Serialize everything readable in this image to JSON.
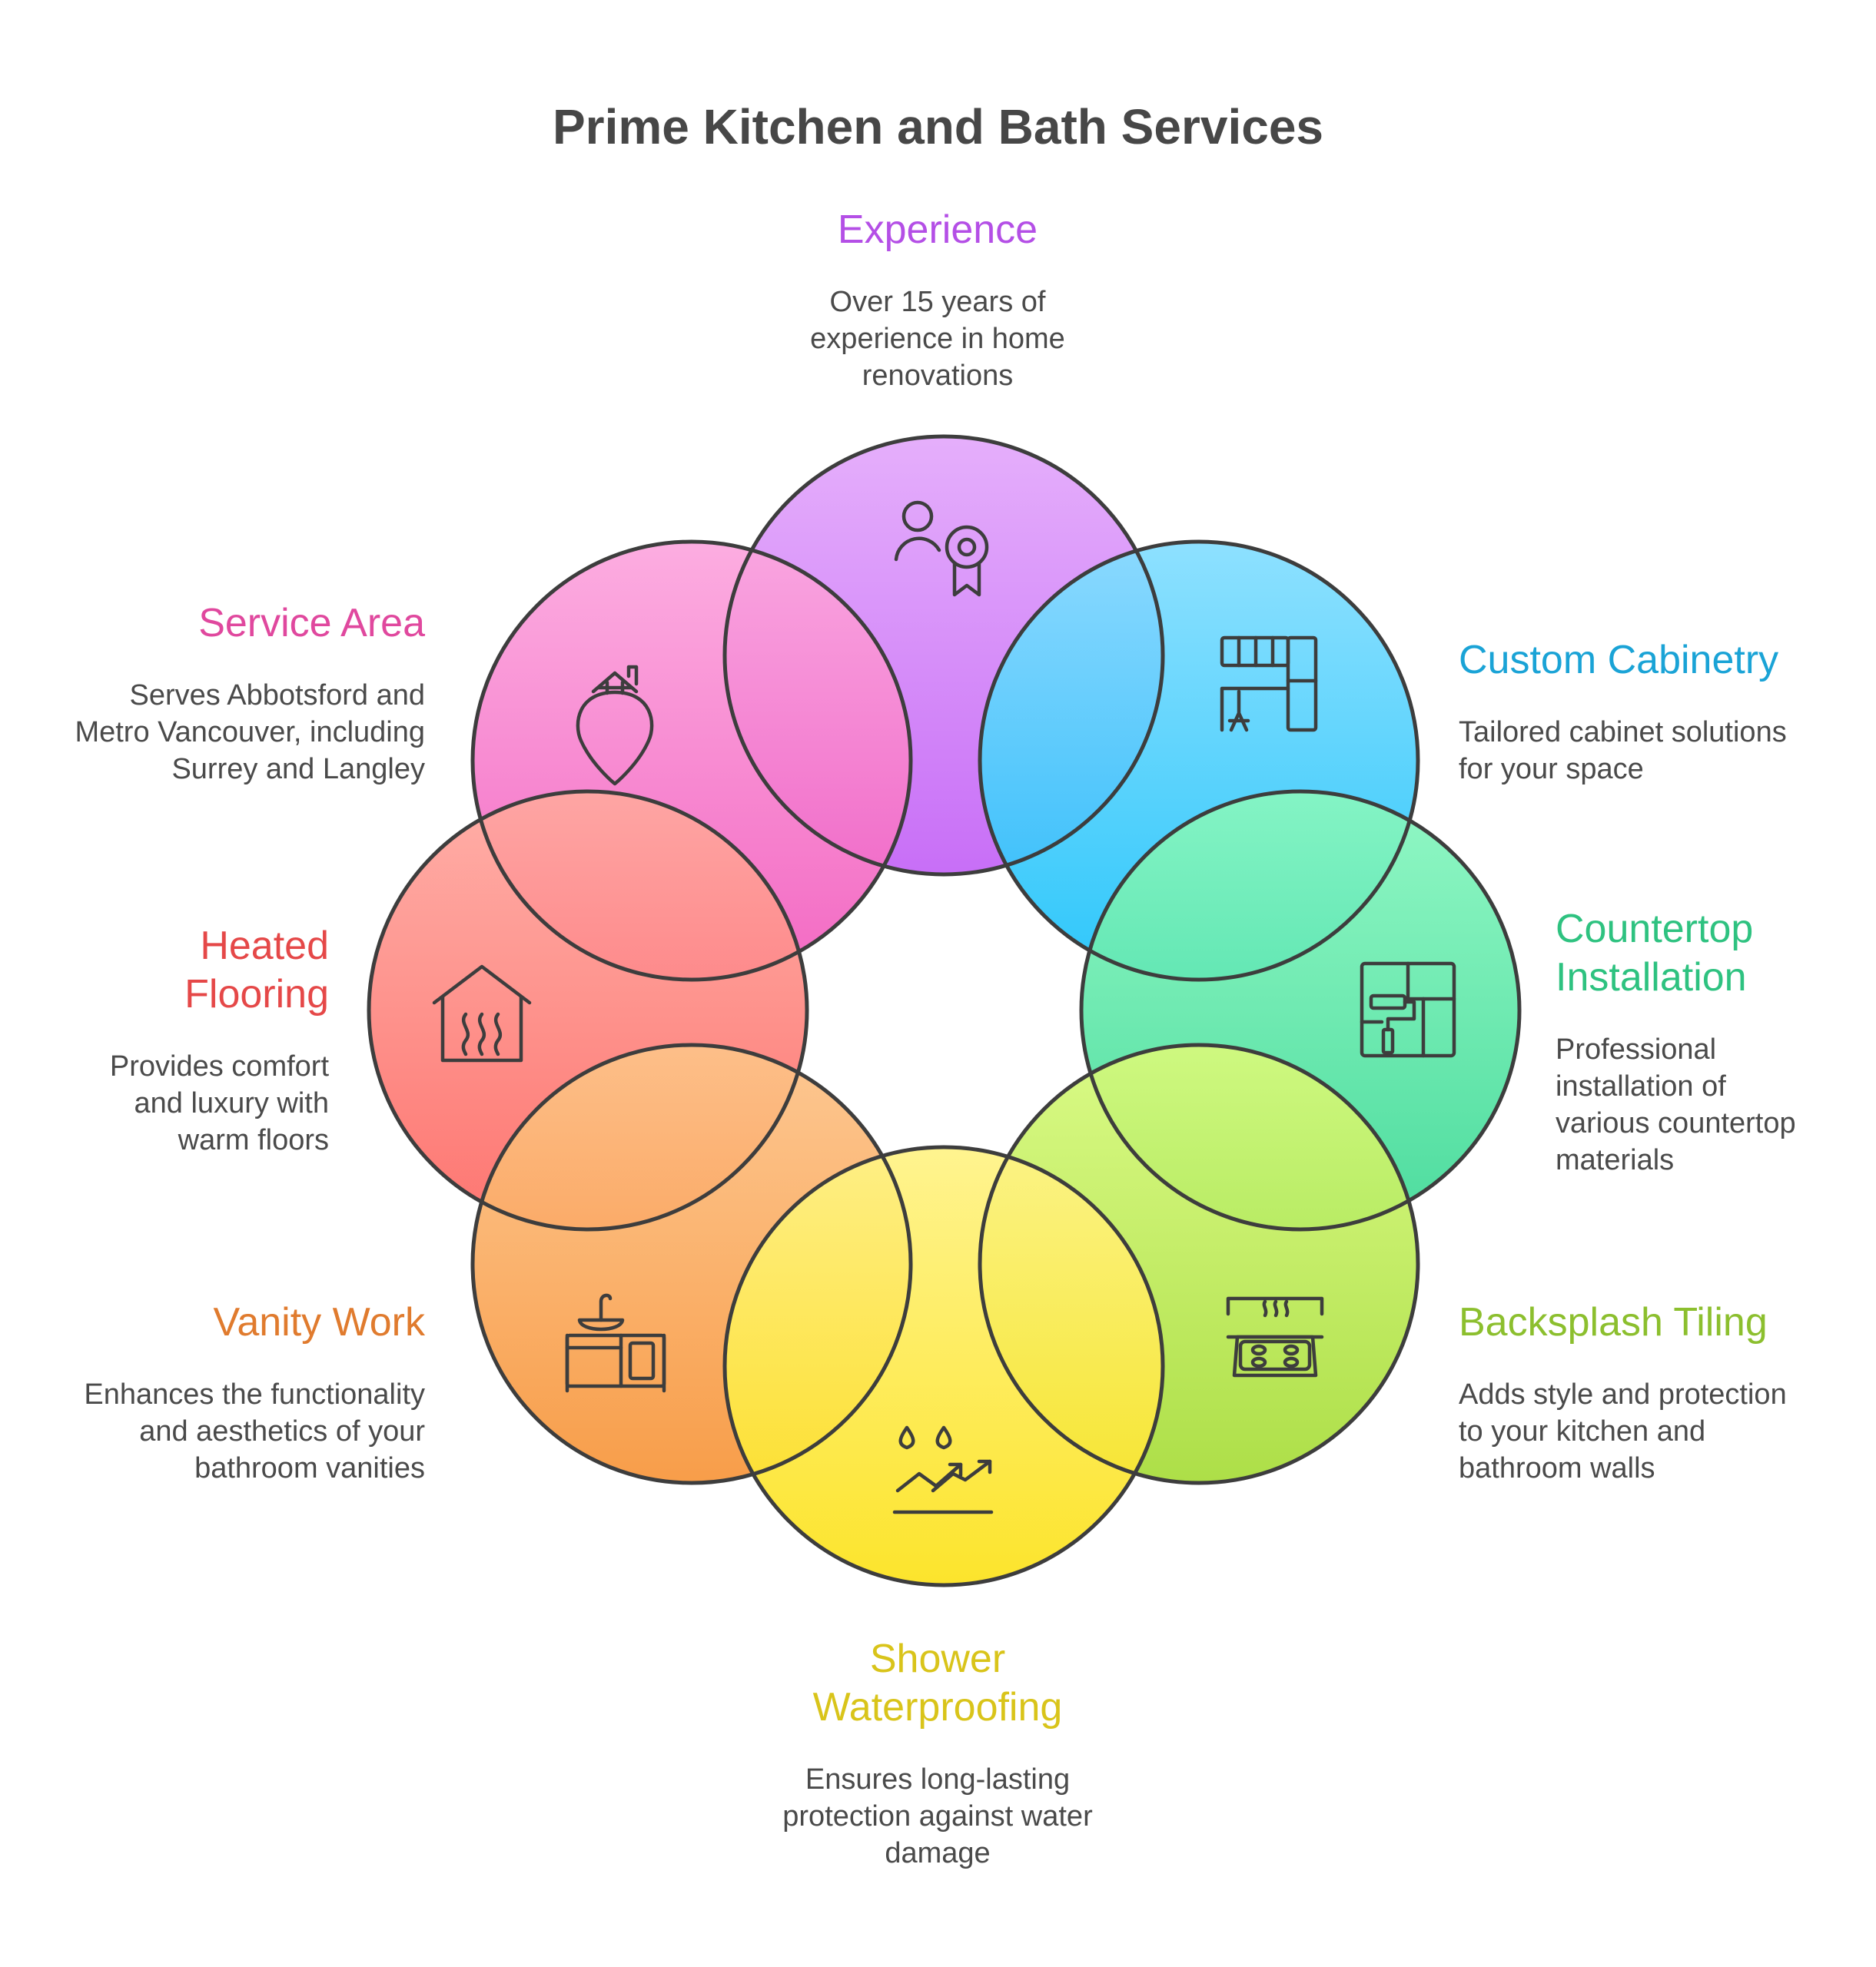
{
  "title": "Prime Kitchen and Bath Services",
  "services": {
    "experience": {
      "title": "Experience",
      "description": "Over 15 years of\nexperience in home\nrenovations",
      "color": "#B44FE6",
      "icon": "expert-badge-icon"
    },
    "custom_cabinetry": {
      "title": "Custom Cabinetry",
      "description": "Tailored cabinet solutions\nfor your space",
      "color": "#1AA3D6",
      "icon": "kitchen-cabinets-icon"
    },
    "countertop": {
      "title": "Countertop\nInstallation",
      "description": "Professional\ninstallation of\nvarious countertop\nmaterials",
      "color": "#2EC280",
      "icon": "paint-roller-wall-icon"
    },
    "backsplash": {
      "title": "Backsplash Tiling",
      "description": "Adds style and protection\nto your kitchen and\nbathroom walls",
      "color": "#8CBF2E",
      "icon": "stovetop-icon"
    },
    "shower": {
      "title": "Shower\nWaterproofing",
      "description": "Ensures long-lasting\nprotection against water\ndamage",
      "color": "#D9C41A",
      "icon": "water-drops-trend-icon"
    },
    "vanity_work": {
      "title": "Vanity Work",
      "description": "Enhances the functionality\nand aesthetics of your\nbathroom vanities",
      "color": "#E07B2E",
      "icon": "bathroom-vanity-icon"
    },
    "heated_flooring": {
      "title": "Heated\nFlooring",
      "description": "Provides comfort\nand luxury with\nwarm floors",
      "color": "#E54848",
      "icon": "heated-house-icon"
    },
    "service_area": {
      "title": "Service Area",
      "description": "Serves Abbotsford and\nMetro Vancouver, including\nSurrey and Langley",
      "color": "#E0489E",
      "icon": "home-repair-location-icon"
    }
  }
}
